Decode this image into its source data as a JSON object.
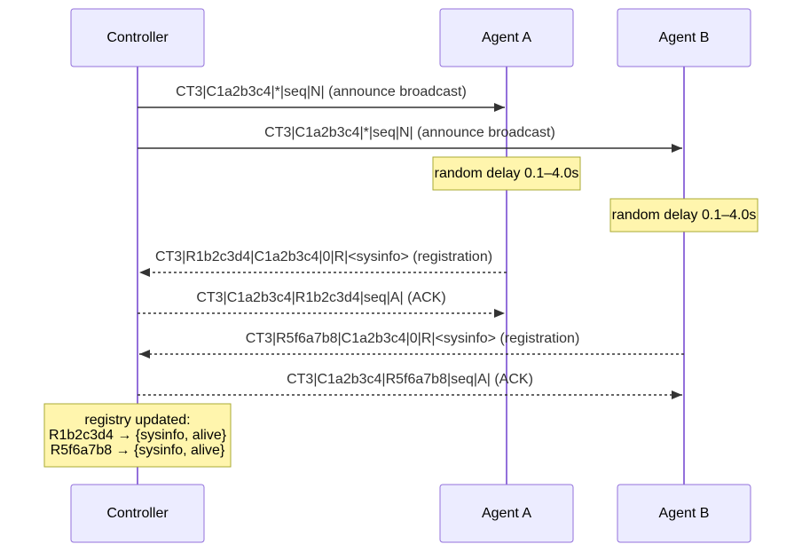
{
  "participants": [
    {
      "id": "controller",
      "label": "Controller"
    },
    {
      "id": "agentA",
      "label": "Agent A"
    },
    {
      "id": "agentB",
      "label": "Agent B"
    }
  ],
  "messages": [
    {
      "from": "controller",
      "to": "agentA",
      "style": "solid",
      "text": "CT3|C1a2b3c4|*|seq|N| (announce broadcast)"
    },
    {
      "from": "controller",
      "to": "agentB",
      "style": "solid",
      "text": "CT3|C1a2b3c4|*|seq|N| (announce broadcast)"
    },
    {
      "from": "agentA",
      "to": "controller",
      "style": "dashed",
      "text": "CT3|R1b2c3d4|C1a2b3c4|0|R|<sysinfo> (registration)"
    },
    {
      "from": "controller",
      "to": "agentA",
      "style": "dashed",
      "text": "CT3|C1a2b3c4|R1b2c3d4|seq|A| (ACK)"
    },
    {
      "from": "agentB",
      "to": "controller",
      "style": "dashed",
      "text": "CT3|R5f6a7b8|C1a2b3c4|0|R|<sysinfo> (registration)"
    },
    {
      "from": "controller",
      "to": "agentB",
      "style": "dashed",
      "text": "CT3|C1a2b3c4|R5f6a7b8|seq|A| (ACK)"
    }
  ],
  "notes": [
    {
      "over": "agentA",
      "lines": [
        "random delay 0.1–4.0s"
      ]
    },
    {
      "over": "agentB",
      "lines": [
        "random delay 0.1–4.0s"
      ]
    },
    {
      "over": "controller",
      "lines": [
        "registry updated:",
        "R1b2c3d4 → {sysinfo, alive}",
        "R5f6a7b8 → {sysinfo, alive}"
      ]
    }
  ]
}
